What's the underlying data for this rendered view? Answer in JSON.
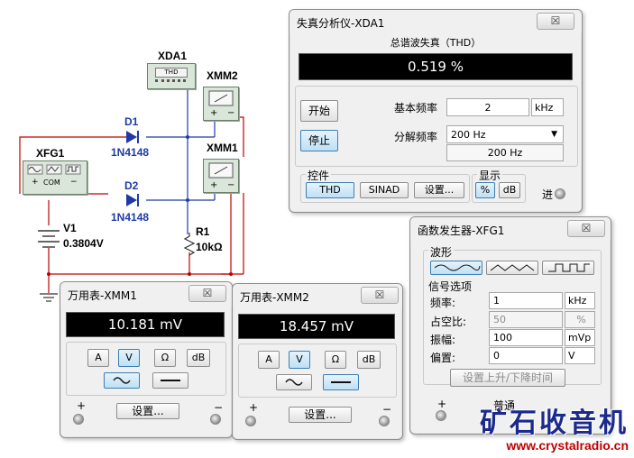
{
  "circuit": {
    "xda1": {
      "name": "XDA1",
      "display": "THD"
    },
    "xmm2": {
      "name": "XMM2"
    },
    "xmm1": {
      "name": "XMM1"
    },
    "xfg1": {
      "name": "XFG1",
      "com": "COM",
      "plus": "+",
      "minus": "−"
    },
    "d1": {
      "name": "D1",
      "part": "1N4148"
    },
    "d2": {
      "name": "D2",
      "part": "1N4148"
    },
    "v1": {
      "name": "V1",
      "value": "0.3804V"
    },
    "r1": {
      "name": "R1",
      "value": "10kΩ"
    }
  },
  "xda1_window": {
    "title": "失真分析仪-XDA1",
    "close": "☒",
    "header": "总谐波失真（THD）",
    "reading": "0.519 %",
    "start_button": "开始",
    "stop_button": "停止",
    "fund_freq_label": "基本频率",
    "fund_freq_value": "2",
    "fund_freq_unit": "kHz",
    "res_freq_label": "分解频率",
    "res_freq_value": "200 Hz",
    "res_freq_readout": "200 Hz",
    "controls_label": "控件",
    "thd_button": "THD",
    "sinad_button": "SINAD",
    "settings_button": "设置...",
    "display_label": "显示",
    "percent_button": "%",
    "db_button": "dB",
    "in_label": "进"
  },
  "xmm1_window": {
    "title": "万用表-XMM1",
    "close": "☒",
    "reading": "10.181 mV",
    "a_button": "A",
    "v_button": "V",
    "ohm_button": "Ω",
    "db_button": "dB",
    "settings_button": "设置...",
    "plus": "+",
    "minus": "−"
  },
  "xmm2_window": {
    "title": "万用表-XMM2",
    "close": "☒",
    "reading": "18.457 mV",
    "a_button": "A",
    "v_button": "V",
    "ohm_button": "Ω",
    "db_button": "dB",
    "settings_button": "设置...",
    "plus": "+",
    "minus": "−"
  },
  "xfg1_window": {
    "title": "函数发生器-XFG1",
    "close": "☒",
    "waveform_label": "波形",
    "signal_options_label": "信号选项",
    "freq_label": "频率:",
    "freq_value": "1",
    "freq_unit": "kHz",
    "duty_label": "占空比:",
    "duty_value": "50",
    "duty_unit": "%",
    "amp_label": "振幅:",
    "amp_value": "100",
    "amp_unit": "mVp",
    "offset_label": "偏置:",
    "offset_value": "0",
    "offset_unit": "V",
    "rise_fall_button": "设置上升/下降时间",
    "plus": "+",
    "common": "普通"
  },
  "watermark": {
    "brand": "矿石收音机",
    "url": "www.crystalradio.cn"
  },
  "colors": {
    "wire_red": "#c00000",
    "wire_blue": "#1f3aa6",
    "instrument": "#d9e6d9"
  }
}
